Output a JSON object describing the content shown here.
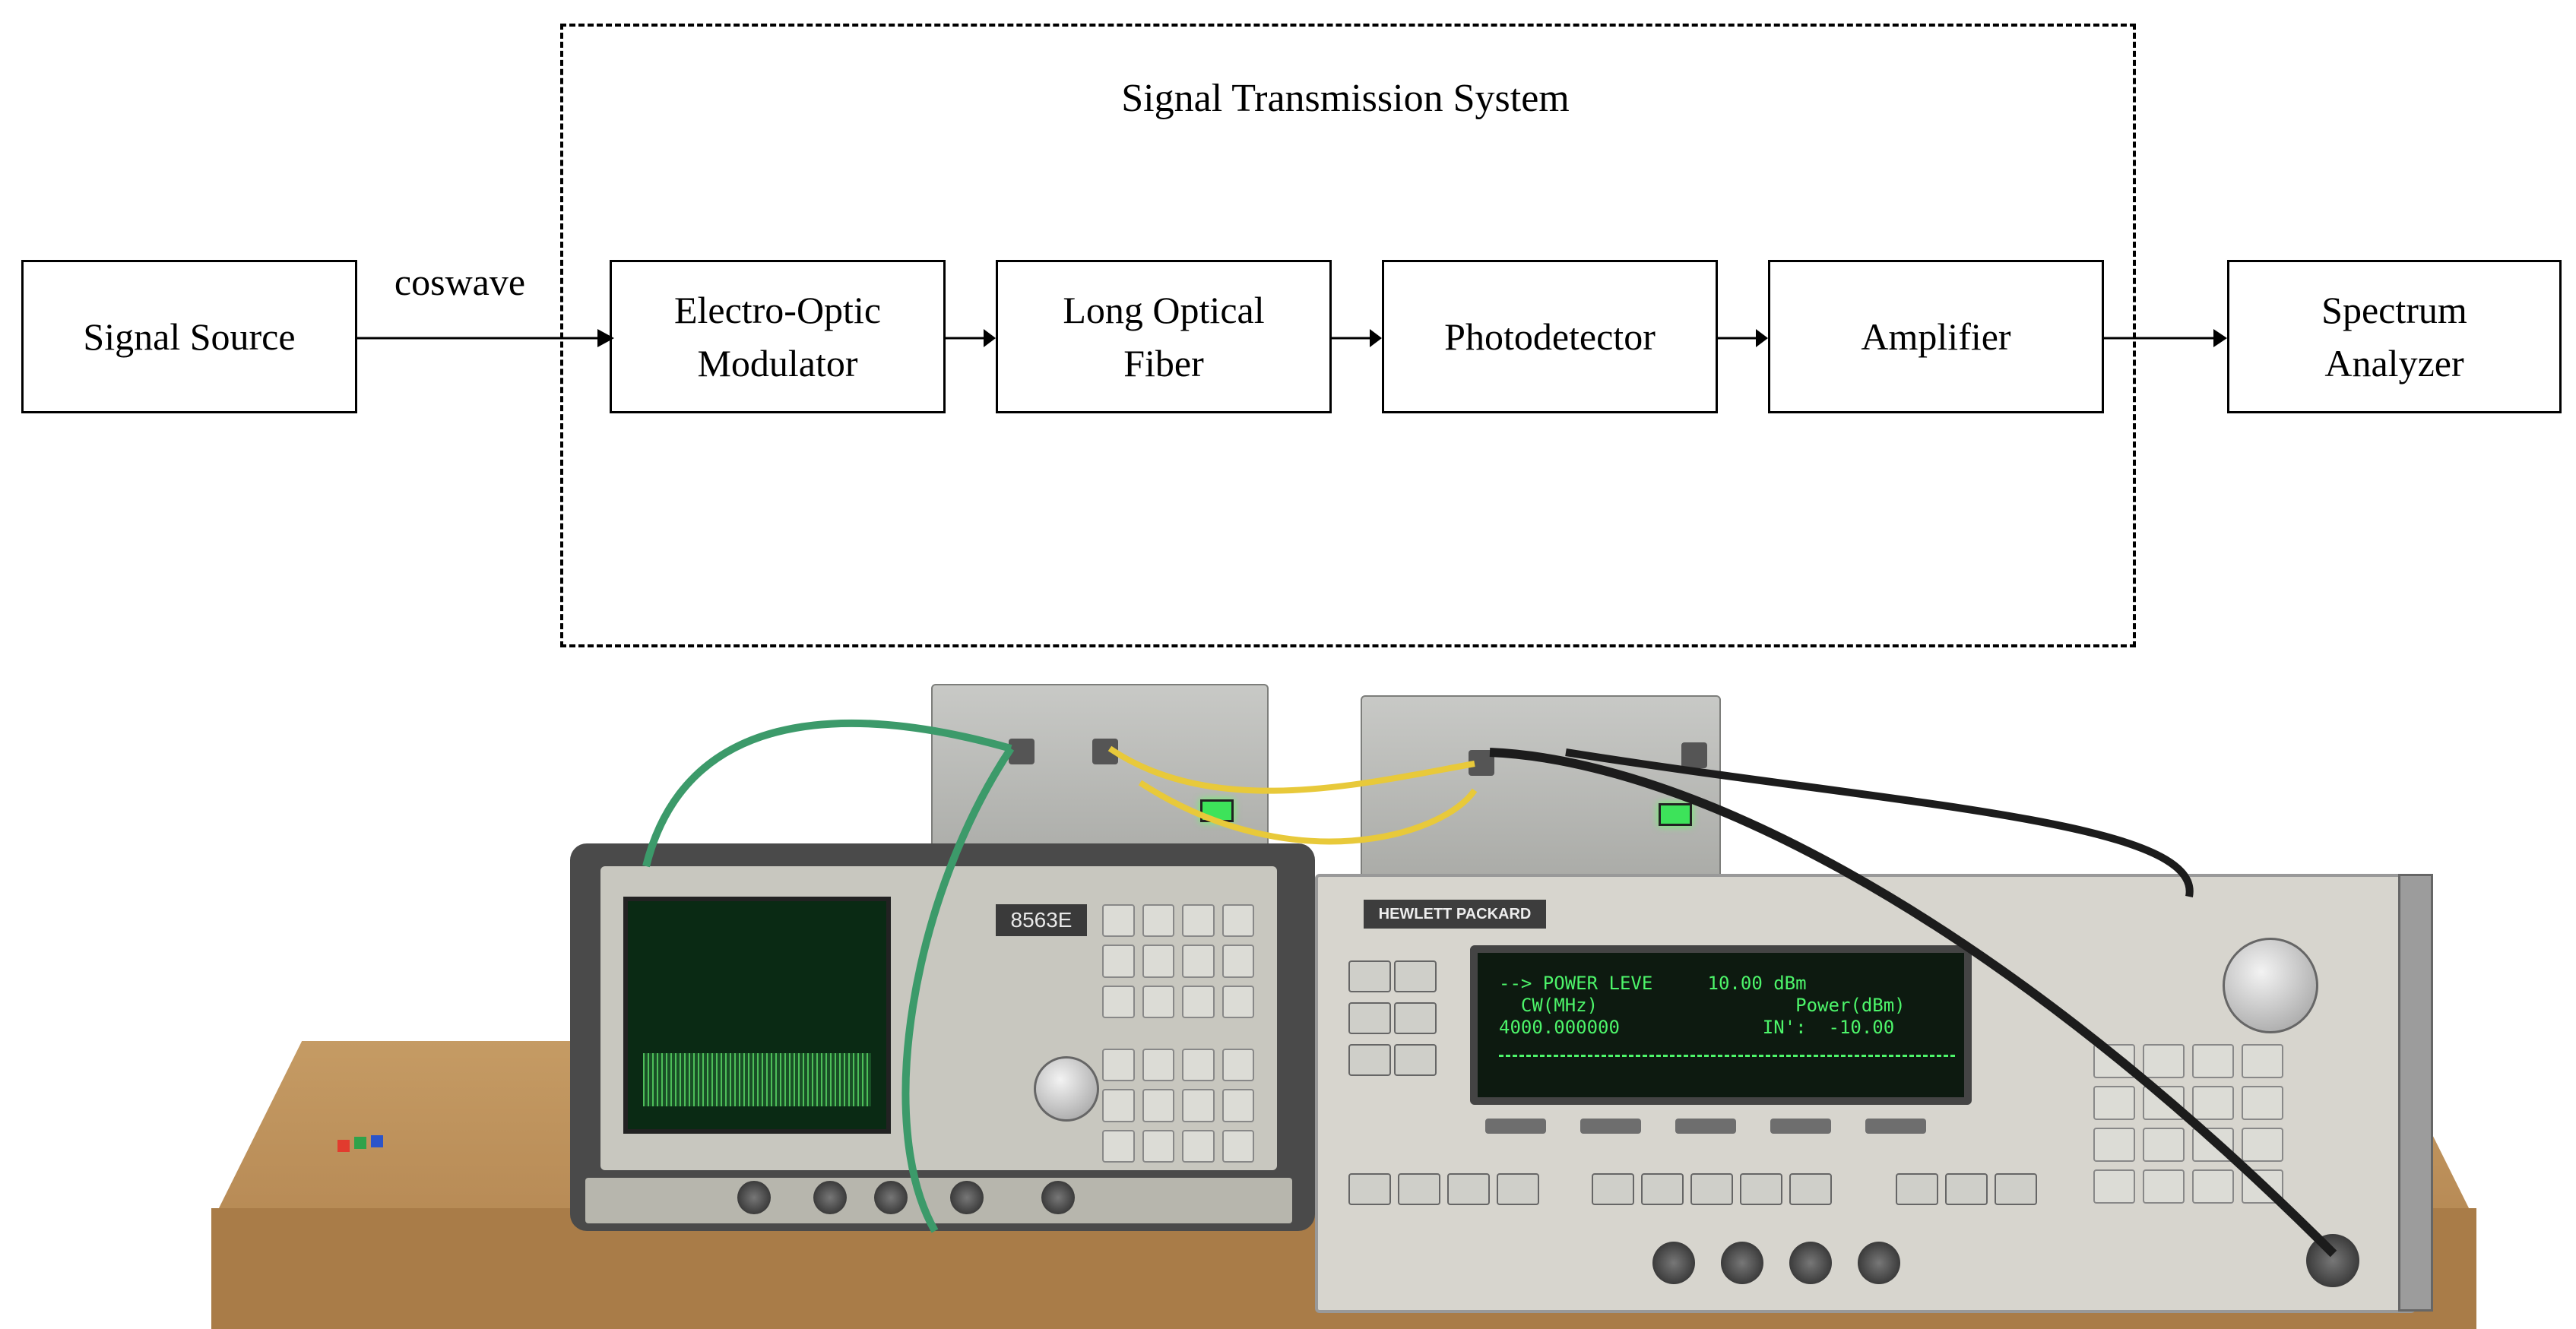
{
  "diagram": {
    "system_title": "Signal Transmission System",
    "edge_label": "coswave",
    "blocks": [
      {
        "id": "signal-source",
        "label": "Signal Source"
      },
      {
        "id": "eom",
        "label": "Electro-Optic\nModulator"
      },
      {
        "id": "fiber",
        "label": "Long Optical\nFiber"
      },
      {
        "id": "photodetector",
        "label": "Photodetector"
      },
      {
        "id": "amplifier",
        "label": "Amplifier"
      },
      {
        "id": "spectrum-analyzer",
        "label": "Spectrum\nAnalyzer"
      }
    ]
  },
  "photo": {
    "spectrum_analyzer_model": "8563E",
    "signal_generator_display": {
      "line1": "--> POWER LEVE     10.00 dBm",
      "line2_left": "  CW(MHz)",
      "line2_right": "Power(dBm)",
      "line3_left": "4000.000000",
      "line3_right": "IN':  -10.00"
    },
    "colors": {
      "panel_led": "#3de35a",
      "display_text": "#4df56a",
      "cable_green": "#3c9a6a",
      "cable_yellow": "#e8c93a",
      "cable_black": "#1c1c1c"
    }
  }
}
